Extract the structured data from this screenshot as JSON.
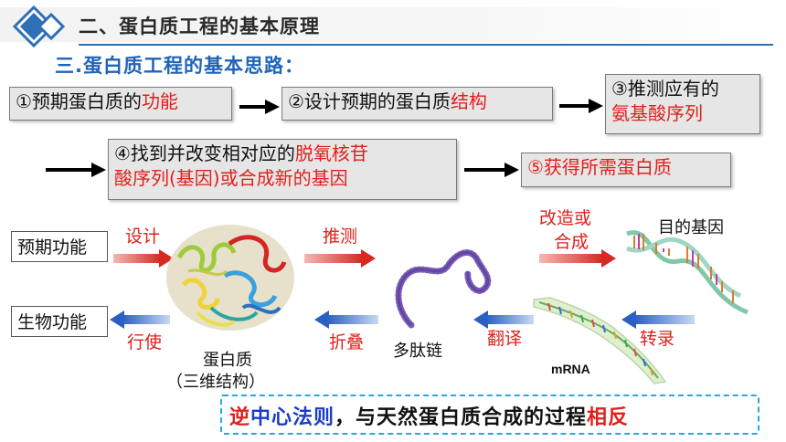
{
  "header": {
    "title": "二、蛋白质工程的基本原理"
  },
  "section": {
    "title": "三.蛋白质工程的基本思路："
  },
  "steps": {
    "s1": {
      "prefix": "①预期蛋白质的",
      "highlight": "功能"
    },
    "s2": {
      "prefix": "②设计预期的蛋白质",
      "highlight": "结构"
    },
    "s3": {
      "line1": "③推测应有的",
      "highlight": "氨基酸序列"
    },
    "s4": {
      "line1_prefix": "④找到并改变相对应的",
      "line1_highlight": "脱氧核苷",
      "line2_highlight": "酸序列(基因)或合成新的基因"
    },
    "s5": {
      "highlight": "⑤获得所需蛋白质"
    }
  },
  "diagram": {
    "expected_function": "预期功能",
    "biological_function": "生物功能",
    "design": "设计",
    "execute": "行使",
    "infer": "推测",
    "fold": "折叠",
    "modify_line1": "改造或",
    "modify_line2": "合成",
    "translate": "翻译",
    "transcribe": "转录",
    "target_gene": "目的基因",
    "protein": "蛋白质",
    "protein_sub": "（三维结构）",
    "polypeptide": "多肽链",
    "mrna": "mRNA"
  },
  "note": {
    "part1_red": "逆",
    "part2_blue": "中心法则",
    "part3": "，与天然蛋白质合成的过程",
    "part4_red": "相反"
  },
  "colors": {
    "accent_blue": "#1f64b8",
    "highlight_red": "#e0201c",
    "dash_blue": "#2aa6e0"
  }
}
